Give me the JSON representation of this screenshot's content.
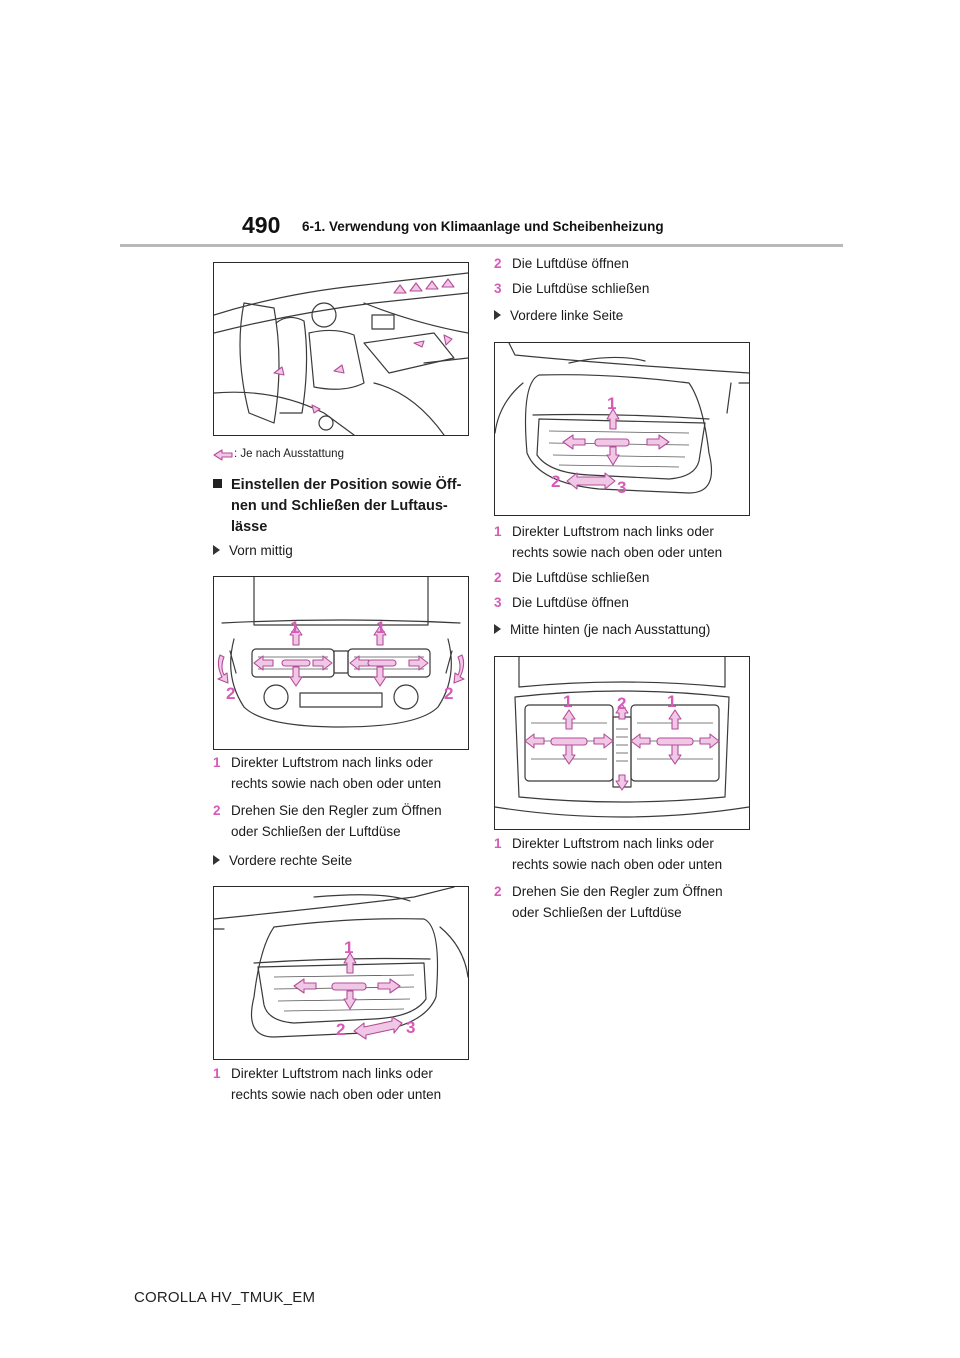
{
  "header": {
    "page_number": "490",
    "section_title": "6-1. Verwendung von Klimaanlage und Scheibenheizung"
  },
  "figures": {
    "legend_note": ": Je nach Ausstattung",
    "callouts": {
      "one": "1",
      "two": "2",
      "three": "3"
    }
  },
  "left_column": {
    "heading": "Einstellen der Position sowie Öff-nen und Schließen der Luftaus-lässe",
    "heading_lines": [
      "Einstellen der Position sowie Öff-",
      "nen und Schließen der Luftaus-",
      "lässe"
    ],
    "front_center": {
      "label": "Vorn mittig",
      "items": [
        {
          "num": "1",
          "lines": [
            "Direkter Luftstrom nach links oder",
            "rechts sowie nach oben oder unten"
          ]
        },
        {
          "num": "2",
          "lines": [
            "Drehen Sie den Regler zum Öffnen",
            "oder Schließen der Luftdüse"
          ]
        }
      ]
    },
    "front_right": {
      "label": "Vordere rechte Seite",
      "items": [
        {
          "num": "1",
          "lines": [
            "Direkter Luftstrom nach links oder",
            "rechts sowie nach oben oder unten"
          ]
        }
      ]
    }
  },
  "right_column": {
    "front_right_cont": {
      "items": [
        {
          "num": "2",
          "lines": [
            "Die Luftdüse öffnen"
          ]
        },
        {
          "num": "3",
          "lines": [
            "Die Luftdüse schließen"
          ]
        }
      ]
    },
    "front_left": {
      "label": "Vordere linke Seite",
      "items": [
        {
          "num": "1",
          "lines": [
            "Direkter Luftstrom nach links oder",
            "rechts sowie nach oben oder unten"
          ]
        },
        {
          "num": "2",
          "lines": [
            "Die Luftdüse schließen"
          ]
        },
        {
          "num": "3",
          "lines": [
            "Die Luftdüse öffnen"
          ]
        }
      ]
    },
    "rear_center": {
      "label": "Mitte hinten (je nach Ausstattung)",
      "items": [
        {
          "num": "1",
          "lines": [
            "Direkter Luftstrom nach links oder",
            "rechts sowie nach oben oder unten"
          ]
        },
        {
          "num": "2",
          "lines": [
            "Drehen Sie den Regler zum Öffnen",
            "oder Schließen der Luftdüse"
          ]
        }
      ]
    }
  },
  "footer": {
    "model_code": "COROLLA HV_TMUK_EM"
  },
  "colors": {
    "callout": "#d65ab8",
    "arrow_fill": "#f1c7e6",
    "rule": "#b9b9b9"
  }
}
